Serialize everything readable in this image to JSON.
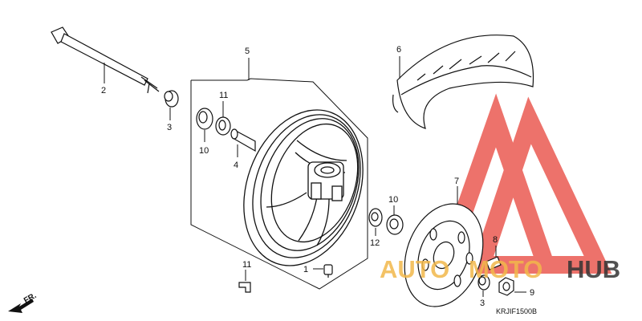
{
  "diagram": {
    "callouts": [
      {
        "id": "c1",
        "label": "1"
      },
      {
        "id": "c2",
        "label": "2"
      },
      {
        "id": "c3a",
        "label": "3"
      },
      {
        "id": "c3b",
        "label": "3"
      },
      {
        "id": "c4",
        "label": "4"
      },
      {
        "id": "c5",
        "label": "5"
      },
      {
        "id": "c6",
        "label": "6"
      },
      {
        "id": "c7",
        "label": "7"
      },
      {
        "id": "c8",
        "label": "8"
      },
      {
        "id": "c9",
        "label": "9"
      },
      {
        "id": "c10a",
        "label": "10"
      },
      {
        "id": "c10b",
        "label": "10"
      },
      {
        "id": "c11a",
        "label": "11"
      },
      {
        "id": "c11b",
        "label": "11"
      },
      {
        "id": "c12",
        "label": "12"
      }
    ],
    "diagram_code": "KRJIF1500B",
    "direction_label": "FR.",
    "watermark": {
      "text_left": "AUTO",
      "text_mid": "MOTO",
      "text_right": "HUB",
      "color_left": "#f2b84b",
      "color_mid": "#f2b84b",
      "color_right": "#333333",
      "logo_color": "#e8443a"
    }
  }
}
